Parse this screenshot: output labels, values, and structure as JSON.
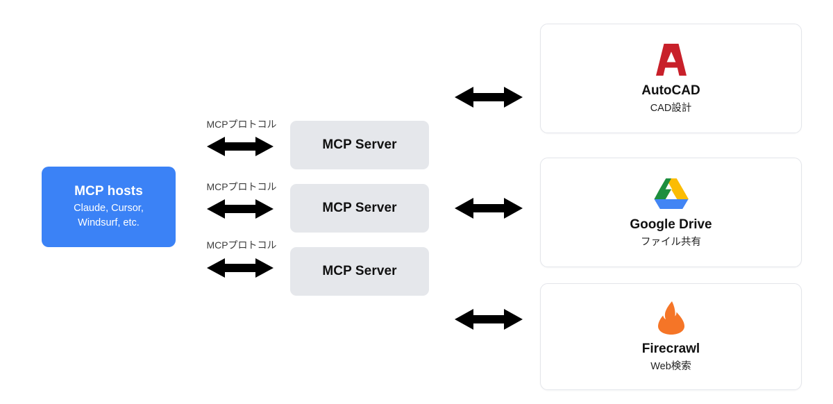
{
  "hosts": {
    "title": "MCP hosts",
    "line1": "Claude, Cursor,",
    "line2": "Windsurf, etc.",
    "color": "#3b82f6"
  },
  "protocol_links": [
    {
      "label": "MCPプロトコル",
      "arrow": "double-arrow-icon"
    },
    {
      "label": "MCPプロトコル",
      "arrow": "double-arrow-icon"
    },
    {
      "label": "MCPプロトコル",
      "arrow": "double-arrow-icon"
    }
  ],
  "servers": [
    {
      "label": "MCP Server"
    },
    {
      "label": "MCP Server"
    },
    {
      "label": "MCP Server"
    }
  ],
  "service_links": [
    {
      "arrow": "double-arrow-icon"
    },
    {
      "arrow": "double-arrow-icon"
    },
    {
      "arrow": "double-arrow-icon"
    }
  ],
  "services": [
    {
      "title": "AutoCAD",
      "subtitle": "CAD設計",
      "icon": "autocad-logo-icon",
      "color": "#c8202a"
    },
    {
      "title": "Google Drive",
      "subtitle": "ファイル共有",
      "icon": "google-drive-logo-icon",
      "colors": {
        "green": "#1e8e3e",
        "yellow": "#fbbc04",
        "blue": "#4285f4"
      }
    },
    {
      "title": "Firecrawl",
      "subtitle": "Web検索",
      "icon": "firecrawl-flame-icon",
      "color": "#f57527"
    }
  ],
  "arrow_color": "#000000"
}
